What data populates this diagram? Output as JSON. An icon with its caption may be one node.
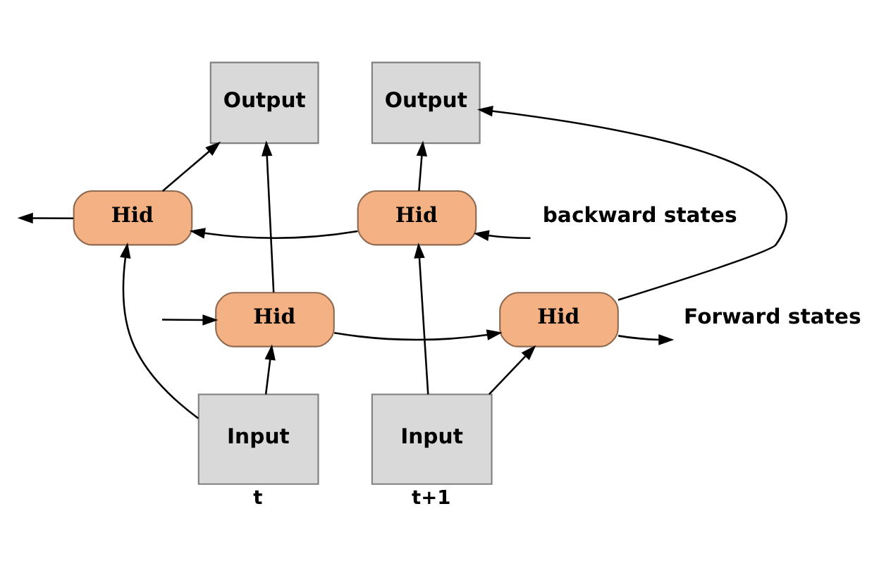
{
  "diagram": {
    "nodes": [
      {
        "text": [
          "Output"
        ]
      },
      {
        "text": [
          "Output"
        ]
      },
      {
        "text": [
          "Hid"
        ]
      },
      {
        "text": [
          "Hid"
        ]
      },
      {
        "text": [
          "Hid"
        ]
      },
      {
        "text": [
          "Hid"
        ]
      },
      {
        "text": [
          "Input"
        ],
        "beside": [
          "t"
        ]
      },
      {
        "text": [
          "Input"
        ],
        "beside": [
          "t+1"
        ]
      },
      {
        "text": [
          "backward states"
        ]
      },
      {
        "text": [
          "Forward states"
        ]
      }
    ],
    "edges": [
      {
        "from": 8,
        "to": 3,
        "arrow": "to"
      },
      {
        "from": 3,
        "to": 2,
        "arrow": "to"
      },
      {
        "from": 2,
        "to": null,
        "arrow": "to"
      },
      {
        "from": null,
        "to": 4,
        "arrow": "to"
      },
      {
        "from": 4,
        "to": 5,
        "arrow": "to"
      },
      {
        "from": 5,
        "to": 9,
        "arrow": "to"
      },
      {
        "from": 6,
        "to": 2,
        "arrow": "to"
      },
      {
        "from": 6,
        "to": 4,
        "arrow": "to"
      },
      {
        "from": 7,
        "to": 3,
        "arrow": "to"
      },
      {
        "from": 7,
        "to": 5,
        "arrow": "to"
      },
      {
        "from": 2,
        "to": 0,
        "arrow": "to"
      },
      {
        "from": 4,
        "to": 0,
        "arrow": "to"
      },
      {
        "from": 3,
        "to": 1,
        "arrow": "to"
      },
      {
        "from": 5,
        "to": 1,
        "arrow": "to"
      }
    ]
  }
}
